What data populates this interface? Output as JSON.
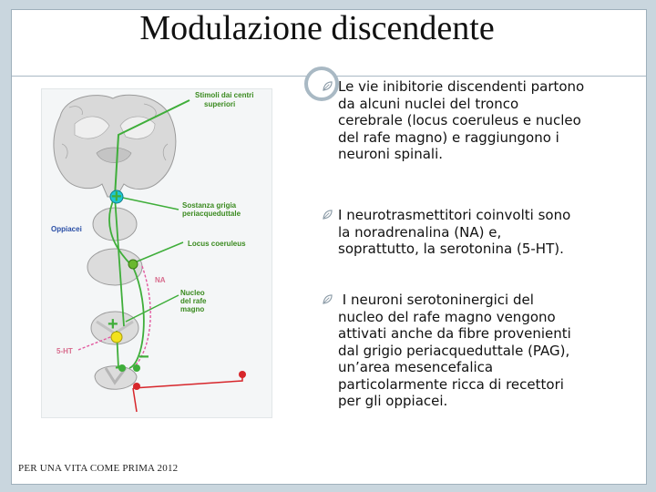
{
  "slide": {
    "title": "Modulazione discendente",
    "footer": "PER UNA VITA COME PRIMA 2012"
  },
  "figure": {
    "labels": {
      "stimoli_line1": "Stimoli dai centri",
      "stimoli_line2": "superiori",
      "sostanza_line1": "Sostanza grigia",
      "sostanza_line2": "periacqueduttale",
      "oppiacei": "Oppiacei",
      "locus": "Locus coeruleus",
      "na": "NA",
      "nucleo_line1": "Nucleo",
      "nucleo_line2": "del rafe",
      "nucleo_line3": "magno",
      "ht": "5-HT",
      "plus": "+",
      "minus": "−"
    },
    "colors": {
      "label": "#3a8a1f",
      "blue_label": "#2a4fa6",
      "pink_label": "#d76b8c",
      "green_path": "#3fae3a",
      "red_path": "#d7262b",
      "cyan_dot": "#1fc7d4",
      "yellow_dot": "#f2e21c"
    }
  },
  "bullets": [
    {
      "line1": "Le vie inibitorie discendenti partono",
      "line2": "da alcuni nuclei del tronco",
      "line3": "cerebrale (locus coeruleus e nucleo",
      "line4": "del rafe magno) e raggiungono i",
      "line5": "neuroni spinali."
    },
    {
      "line1": "I neurotrasmettitori coinvolti sono",
      "line2": "la noradrenalina (NA) e,",
      "line3": "soprattutto, la serotonina (5-HT)."
    },
    {
      "line1": " I neuroni serotoninergici del",
      "line2": "nucleo del rafe magno vengono",
      "line3": "attivati anche da fibre provenienti",
      "line4": "dal grigio periacqueduttale (PAG),",
      "line5": "un’area mesencefalica",
      "line6": "particolarmente ricca di recettori",
      "line7": "per gli oppiacei."
    }
  ],
  "icons": {
    "bullet": "leaf-bullet-icon",
    "ring": "ring-connector-icon"
  }
}
